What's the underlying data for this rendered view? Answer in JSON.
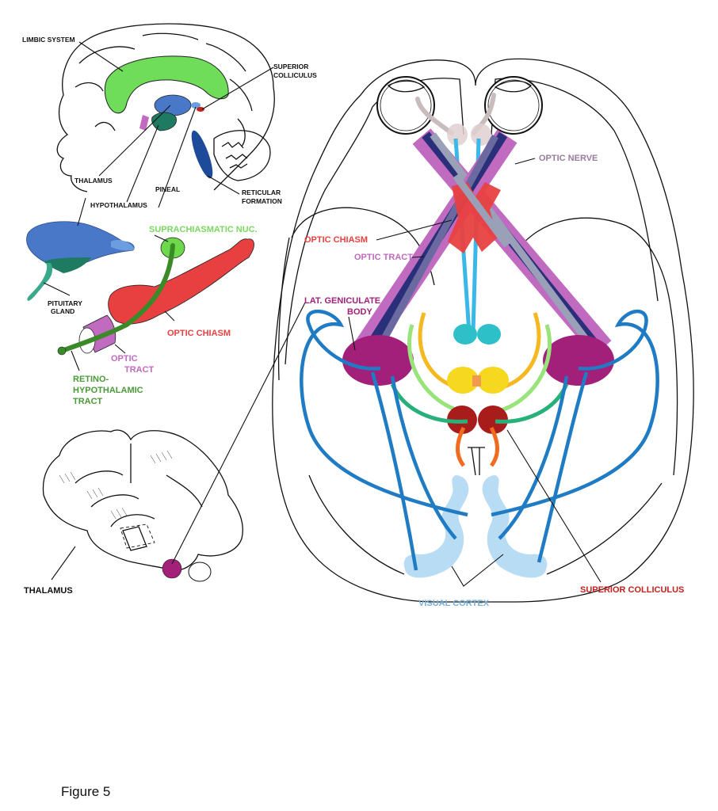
{
  "figure": {
    "caption": "Figure 5"
  },
  "sagittal_brain": {
    "labels": {
      "limbic_system": "LIMBIC SYSTEM",
      "superior_colliculus": "SUPERIOR",
      "superior_colliculus_2": "COLLICULUS",
      "thalamus": "THALAMUS",
      "hypothalamus": "HYPOTHALAMUS",
      "pineal": "PINEAL",
      "reticular_formation": "RETICULAR",
      "reticular_formation_2": "FORMATION"
    }
  },
  "hypothalamus_detail": {
    "labels": {
      "pituitary_gland": "PITUITARY",
      "pituitary_gland_2": "GLAND",
      "suprachiasmatic_nuc": "SUPRACHIASMATIC NUC.",
      "optic_chiasm": "OPTIC CHIASM",
      "optic_tract": "OPTIC",
      "optic_tract_2": "TRACT",
      "retinohypothalamic_tract": "RETINO-",
      "retinohypothalamic_tract_2": "HYPOTHALAMIC",
      "retinohypothalamic_tract_3": "TRACT"
    }
  },
  "thalamus_detail": {
    "labels": {
      "thalamus": "THALAMUS"
    }
  },
  "axial_brain": {
    "labels": {
      "optic_nerve": "OPTIC NERVE",
      "optic_chiasm": "OPTIC CHIASM",
      "optic_tract": "OPTIC TRACT",
      "lat_geniculate_body": "LAT. GENICULATE",
      "lat_geniculate_body_2": "BODY",
      "visual_cortex": "VISUAL CORTEX",
      "superior_colliculus": "SUPERIOR COLLICULUS"
    }
  },
  "colors": {
    "limbic": "#6fdc5a",
    "thalamus_blue": "#4a78c8",
    "hypothalamus_teal": "#1f7a62",
    "pituitary": "#3aa88a",
    "pineal_light": "#6a9ee0",
    "superior_colliculus_red": "#c0221e",
    "reticular": "#1e4a9a",
    "chiasm_red": "#e84040",
    "optic_tract_purple": "#c06ac0",
    "optic_nerve_label": "#9a7aa0",
    "navy": "#2a2f7a",
    "slate": "#6a6aa0",
    "grey_blue": "#9aa0b8",
    "lgn_magenta": "#a21f7a",
    "cyan": "#3ab8e8",
    "teal_nuc": "#2ec0c8",
    "orange_yellow": "#f6b820",
    "yellow": "#f6d820",
    "light_green": "#98e47a",
    "green_path": "#28b07a",
    "sc_dark_red": "#a81c1c",
    "orange": "#f06a20",
    "radiation_blue": "#1f7cc4",
    "visual_cortex": "#b8dcf4",
    "rht_green": "#3a8a28",
    "scn_green": "#6cd84a",
    "eye_tan": "#d8cccc"
  }
}
